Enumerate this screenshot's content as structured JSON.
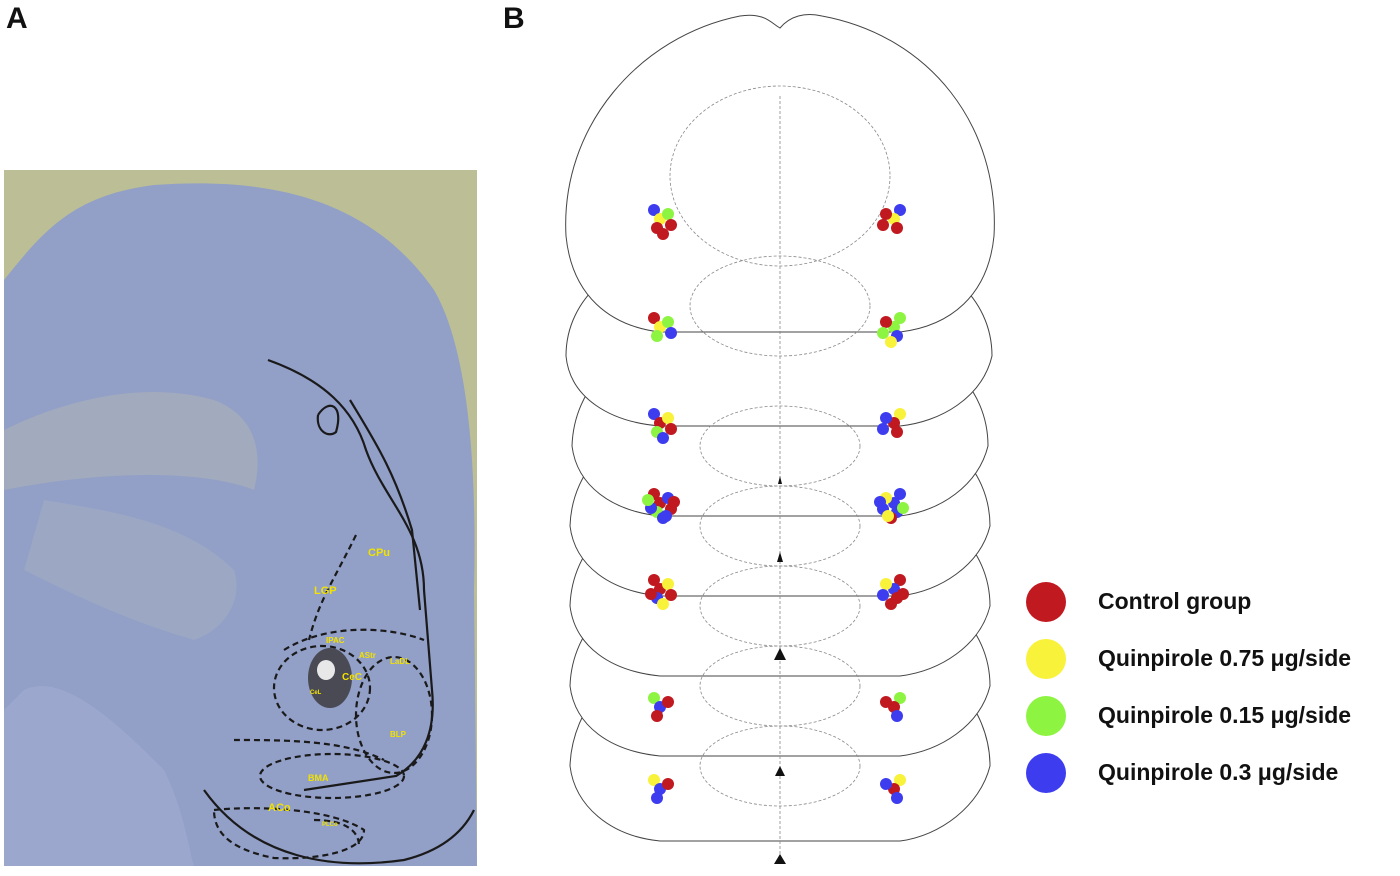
{
  "panels": {
    "a": "A",
    "b": "B"
  },
  "panel_a": {
    "labels": {
      "cpu": "CPu",
      "lgp": "LGP",
      "ipac": "IPAC",
      "astr": "AStr",
      "ladl": "LaDL",
      "cec": "CeC",
      "cel": "CeL",
      "blp": "BLP",
      "bma": "BMA",
      "aco": "ACo",
      "plco": "PLCo"
    },
    "colors": {
      "tissue_bg": "#b9bd8f",
      "tissue_stain": "#8896c6",
      "label": "#f2e200"
    }
  },
  "legend": [
    {
      "label": "Control group",
      "color": "#c0191f"
    },
    {
      "label": "Quinpirole 0.75 μg/side",
      "color": "#f8f23a"
    },
    {
      "label": "Quinpirole 0.15 μg/side",
      "color": "#8ef442"
    },
    {
      "label": "Quinpirole 0.3 μg/side",
      "color": "#3d3def"
    }
  ],
  "sections": [
    {
      "left": [
        "blue",
        "yellow",
        "green",
        "red",
        "red",
        "red"
      ],
      "right": [
        "blue",
        "yellow",
        "red",
        "red",
        "red"
      ]
    },
    {
      "left": [
        "red",
        "yellow",
        "green",
        "green",
        "blue"
      ],
      "right": [
        "green",
        "green",
        "red",
        "blue",
        "green",
        "yellow"
      ]
    },
    {
      "left": [
        "blue",
        "red",
        "yellow",
        "green",
        "red",
        "blue"
      ],
      "right": [
        "yellow",
        "red",
        "blue",
        "red",
        "blue"
      ]
    },
    {
      "left": [
        "red",
        "red",
        "blue",
        "green",
        "red",
        "blue",
        "blue",
        "red",
        "blue",
        "green"
      ],
      "right": [
        "blue",
        "blue",
        "yellow",
        "blue",
        "blue",
        "red",
        "green",
        "blue",
        "yellow"
      ]
    },
    {
      "left": [
        "red",
        "red",
        "yellow",
        "blue",
        "red",
        "yellow",
        "red"
      ],
      "right": [
        "red",
        "blue",
        "yellow",
        "red",
        "blue",
        "red",
        "red"
      ]
    },
    {
      "left": [
        "green",
        "blue",
        "red",
        "red"
      ],
      "right": [
        "green",
        "red",
        "red",
        "blue"
      ]
    },
    {
      "left": [
        "yellow",
        "blue",
        "red",
        "blue"
      ],
      "right": [
        "yellow",
        "red",
        "blue",
        "blue"
      ]
    }
  ]
}
